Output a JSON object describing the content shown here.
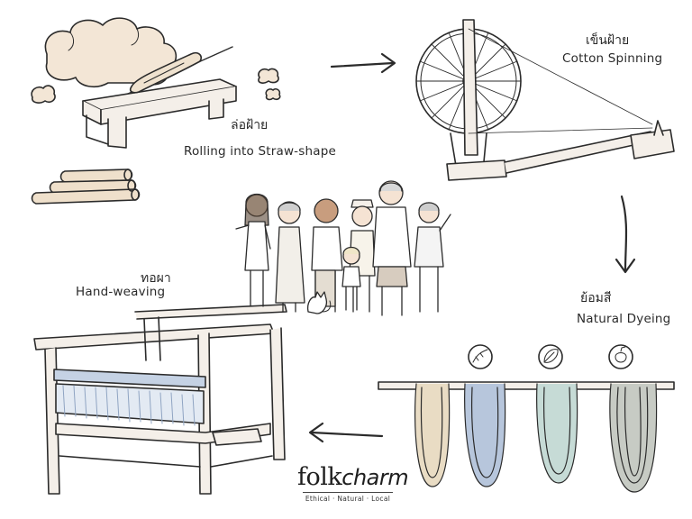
{
  "steps": [
    {
      "thai": "ล่อฝ้าย",
      "english": "Rolling into Straw-shape"
    },
    {
      "thai": "เข็นฝ้าย",
      "english": "Cotton Spinning"
    },
    {
      "thai": "ย้อมสี",
      "english": "Natural Dyeing"
    },
    {
      "thai": "ทอผา",
      "english": "Hand-weaving"
    }
  ],
  "brand": {
    "name_part1": "folk",
    "name_part2": "charm",
    "tagline": "Ethical · Natural · Local"
  },
  "dye_icons": [
    "leaves-icon",
    "seeds-icon",
    "leaf-icon",
    "fruit-icon"
  ],
  "colors": {
    "line": "#2b2b2b",
    "cotton": "#f3e6d6",
    "wood": "#f4efe9",
    "yarn_cream": "#e9dcc4",
    "yarn_blue": "#b7c6dc",
    "yarn_mint": "#c6dbd6",
    "yarn_grey": "#c7cbc4"
  }
}
